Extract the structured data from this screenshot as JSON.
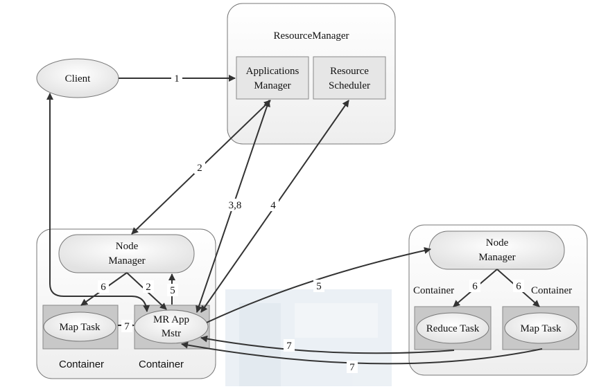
{
  "nodes": {
    "resource_manager": "ResourceManager",
    "applications_manager": [
      "Applications",
      "Manager"
    ],
    "resource_scheduler": [
      "Resource",
      "Scheduler"
    ],
    "client": "Client",
    "node_manager_left": [
      "Node",
      "Manager"
    ],
    "node_manager_right": [
      "Node",
      "Manager"
    ],
    "map_task_left": "Map Task",
    "mr_app_mstr": [
      "MR App",
      "Mstr"
    ],
    "reduce_task": "Reduce Task",
    "map_task_right": "Map Task",
    "container_left_1": "Container",
    "container_left_2": "Container",
    "container_right_1": "Container",
    "container_right_2": "Container"
  },
  "edges": {
    "client_to_am": "1",
    "am_to_nm": "2",
    "am_mr": "3,8",
    "rs_mr": "4",
    "nm_to_map": "6",
    "nm_to_mr": "2",
    "mr_to_nm": "5",
    "map_to_mr": "7",
    "mr_to_nm_right": "5",
    "nm_right_to_reduce": "6",
    "nm_right_to_map": "6",
    "reduce_to_mr": "7",
    "map_right_to_mr": "7"
  },
  "colors": {
    "stroke": "#555555",
    "arrow": "#333333",
    "panel_fill": "#f4f4f4",
    "ellipse_fill": "#ececec",
    "gray_box": "#c8c8c8",
    "watermark": "#d4dee8"
  }
}
